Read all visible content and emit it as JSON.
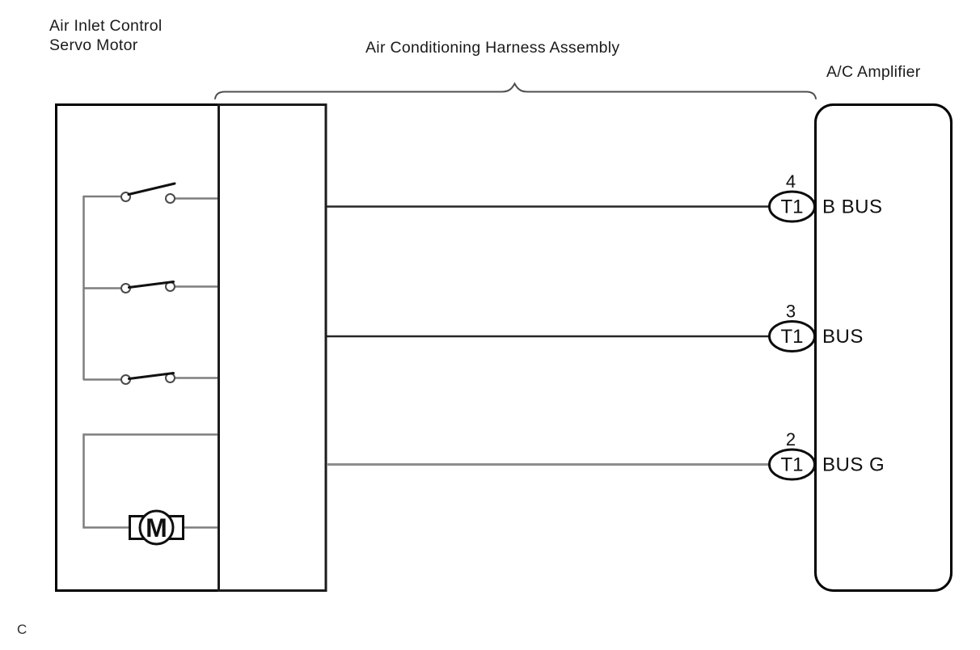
{
  "titles": {
    "servo_line1": "Air Inlet Control",
    "servo_line2": "Servo Motor",
    "harness": "Air Conditioning Harness Assembly",
    "amplifier": "A/C Amplifier"
  },
  "motor": {
    "label": "M"
  },
  "pins": [
    {
      "number": "4",
      "terminal": "T1",
      "signal": "B BUS"
    },
    {
      "number": "3",
      "terminal": "T1",
      "signal": "BUS"
    },
    {
      "number": "2",
      "terminal": "T1",
      "signal": "BUS G"
    }
  ],
  "footer": {
    "marker": "C"
  },
  "colors": {
    "outline": "#000000",
    "wire_dark": "#262626",
    "wire_gray": "#8d8d8d",
    "line_gray": "#7e7e7e",
    "brace_gray": "#4f4f4f"
  }
}
